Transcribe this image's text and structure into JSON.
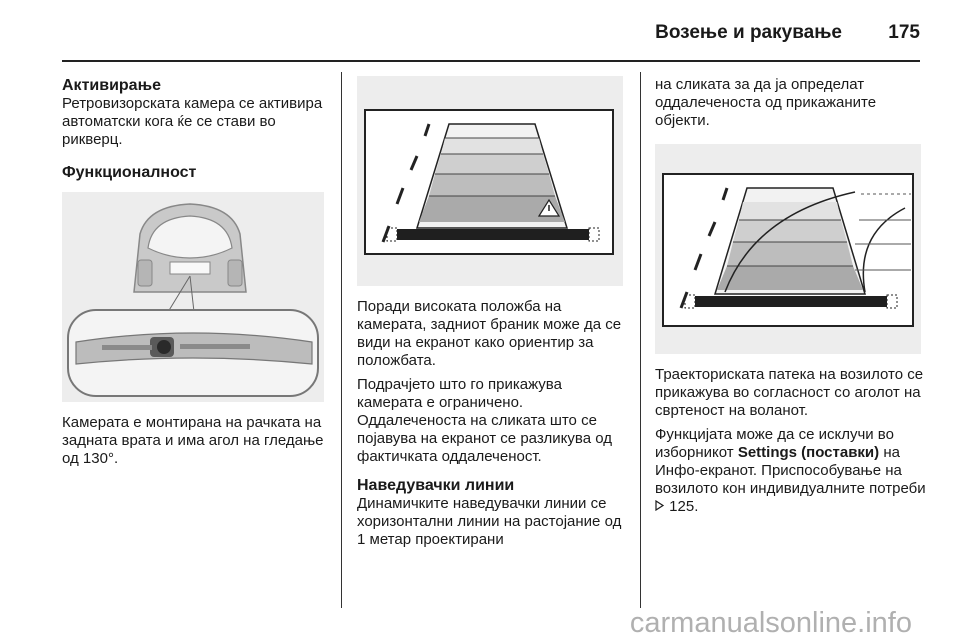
{
  "header": {
    "title": "Возење и ракување",
    "page_number": "175"
  },
  "col1": {
    "heading_activation": "Активирање",
    "p_activation": "Ретровизорската камера се активира автоматски кога ќе се стави во рикверц.",
    "heading_function": "Функционалност",
    "p_mounting": "Камерата е монтирана на рачката на задната врата и има агол на гледање од 130°."
  },
  "col2": {
    "p_height": "Поради високата положба на камерата, задниот браник може да се види на екранот како ориентир за положбата.",
    "p_limited": "Подрачјето што го прикажува камерата е ограничено. Оддалеченоста на сликата што се појавува на екранот се разликува од фактичката оддалеченост.",
    "heading_guidelines": "Наведувачки линии",
    "p_guidelines": "Динамичките наведувачки линии се хоризонтални линии на растојание од 1 метар проектирани"
  },
  "col3": {
    "p_continue": "на сликата за да ја определат оддалеченоста од прикажаните објекти.",
    "p_trajectory": "Траекториската патека на возилото се прикажува во согласност со аголот на свртеност на воланот.",
    "p_disable_before": "Функцијата може да се исклучи во изборникот ",
    "p_disable_bold": "Settings (поставки)",
    "p_disable_after": " на Инфо-екранот. Приспособување на возилото кон индивидуалните потреби ",
    "p_disable_ref": "125."
  },
  "watermark": "carmanualsonline.info"
}
